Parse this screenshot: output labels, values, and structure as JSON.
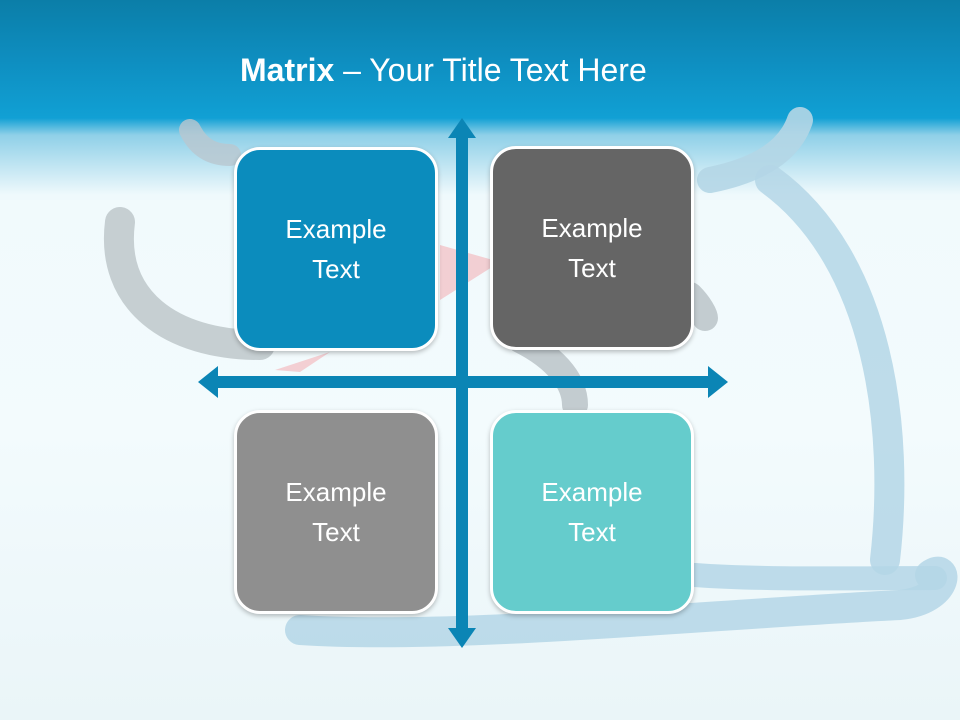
{
  "slide": {
    "title_bold": "Matrix",
    "title_rest": " – Your Title Text Here"
  },
  "matrix": {
    "cells": [
      {
        "label": "Example Text",
        "color": "#0b8cbd"
      },
      {
        "label": "Example Text",
        "color": "#656565"
      },
      {
        "label": "Example Text",
        "color": "#8f8f8f"
      },
      {
        "label": "Example Text",
        "color": "#65cccc"
      }
    ],
    "axis_color": "#0b85b5"
  }
}
